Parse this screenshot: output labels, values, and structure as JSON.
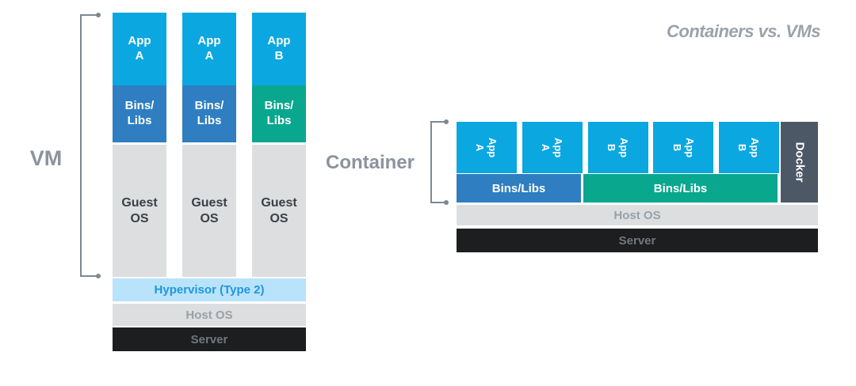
{
  "title": "Containers vs. VMs",
  "colors": {
    "app_blue": "#0ba7e0",
    "bins_blue": "#2e7ec1",
    "bins_teal": "#0aa78f",
    "os_gray": "#dcdee0",
    "hypervisor_bg": "#b8e3fa",
    "hypervisor_text": "#2196dd",
    "host_os_text": "#9aa1a8",
    "server_bg": "#1d1e20",
    "server_text": "#70777e",
    "docker_bg": "#4d5866",
    "guest_text": "#3b4047",
    "label_gray": "#8a939e",
    "bracket_gray": "#7d8893",
    "title_gray": "#9aa2ab"
  },
  "vm": {
    "label": "VM",
    "columns": [
      {
        "app_line1": "App",
        "app_line2": "A",
        "bins_line1": "Bins/",
        "bins_line2": "Libs",
        "bins_color": "#2e7ec1",
        "guest_line1": "Guest",
        "guest_line2": "OS"
      },
      {
        "app_line1": "App",
        "app_line2": "A",
        "bins_line1": "Bins/",
        "bins_line2": "Libs",
        "bins_color": "#2e7ec1",
        "guest_line1": "Guest",
        "guest_line2": "OS"
      },
      {
        "app_line1": "App",
        "app_line2": "B",
        "bins_line1": "Bins/",
        "bins_line2": "Libs",
        "bins_color": "#0aa78f",
        "guest_line1": "Guest",
        "guest_line2": "OS"
      }
    ],
    "hypervisor_label": "Hypervisor (Type 2)",
    "host_os_label": "Host OS",
    "server_label": "Server"
  },
  "container": {
    "label": "Container",
    "apps": [
      {
        "line1": "App",
        "line2": "A"
      },
      {
        "line1": "App",
        "line2": "A"
      },
      {
        "line1": "App",
        "line2": "B"
      },
      {
        "line1": "App",
        "line2": "B"
      },
      {
        "line1": "App",
        "line2": "B"
      }
    ],
    "bins_bands": [
      {
        "label": "Bins/Libs",
        "color": "#2e7ec1"
      },
      {
        "label": "Bins/Libs",
        "color": "#0aa78f"
      }
    ],
    "docker_label": "Docker",
    "host_os_label": "Host OS",
    "server_label": "Server"
  }
}
